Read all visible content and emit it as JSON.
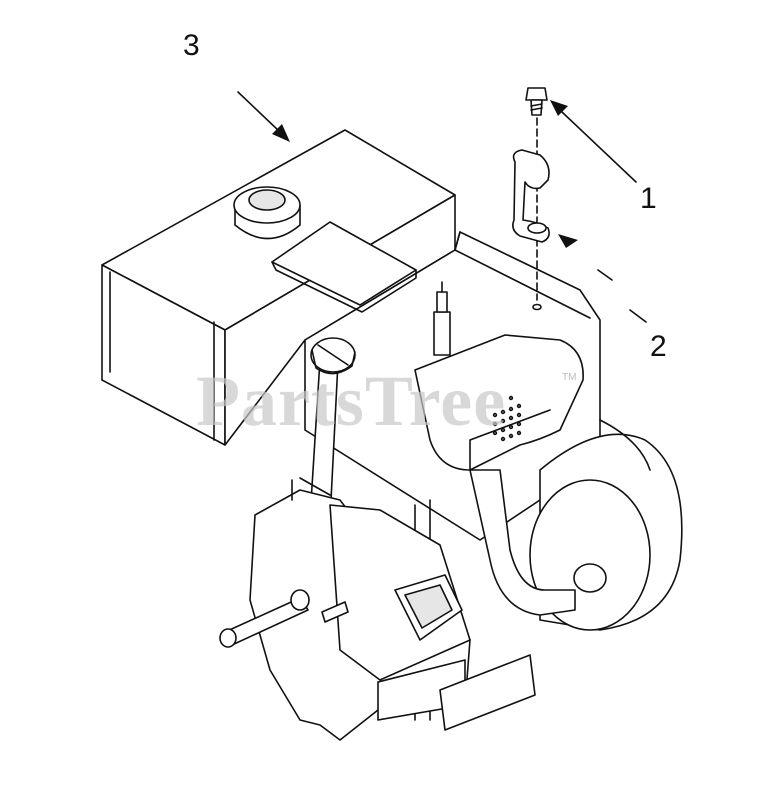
{
  "callouts": [
    {
      "id": "1",
      "label": "1"
    },
    {
      "id": "2",
      "label": "2"
    },
    {
      "id": "3",
      "label": "3"
    }
  ],
  "watermark": {
    "text": "PartsTree",
    "mark": "TM"
  },
  "colors": {
    "line": "#111111",
    "fill": "#ffffff",
    "shade": "#e6e6e6",
    "watermark": "#c8c8c8"
  }
}
